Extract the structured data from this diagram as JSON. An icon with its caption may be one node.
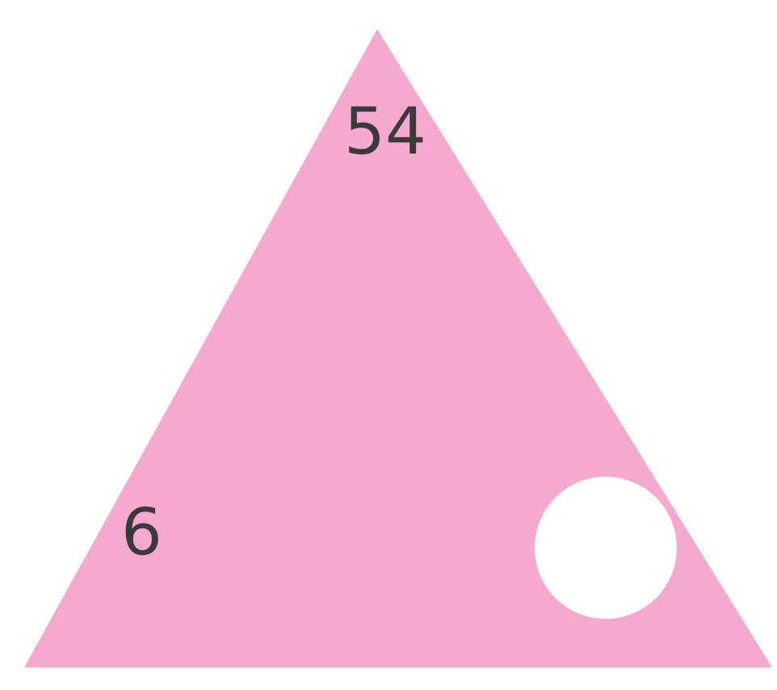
{
  "diagram": {
    "nodes": [
      {
        "text": [
          "54",
          "6"
        ]
      },
      {
        "text": [],
        "shape": "circle",
        "in": 0
      }
    ]
  }
}
